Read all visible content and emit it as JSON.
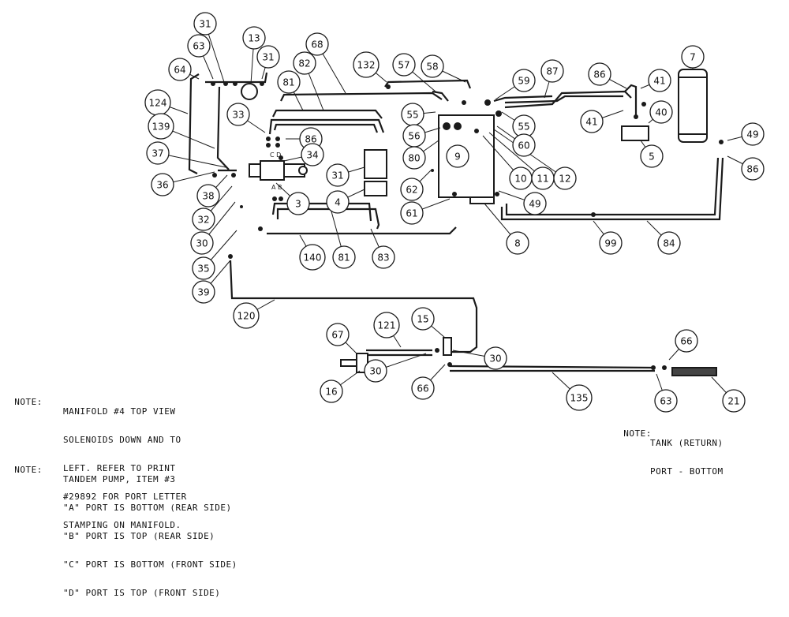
{
  "callouts": [
    {
      "id": "c31a",
      "label": "31"
    },
    {
      "id": "c13",
      "label": "13"
    },
    {
      "id": "c63a",
      "label": "63"
    },
    {
      "id": "c31b",
      "label": "31"
    },
    {
      "id": "c64",
      "label": "64"
    },
    {
      "id": "c68",
      "label": "68"
    },
    {
      "id": "c82",
      "label": "82"
    },
    {
      "id": "c132",
      "label": "132"
    },
    {
      "id": "c57",
      "label": "57"
    },
    {
      "id": "c58",
      "label": "58"
    },
    {
      "id": "c59",
      "label": "59"
    },
    {
      "id": "c87",
      "label": "87"
    },
    {
      "id": "c86a",
      "label": "86"
    },
    {
      "id": "c41a",
      "label": "41"
    },
    {
      "id": "c7",
      "label": "7"
    },
    {
      "id": "c124",
      "label": "124"
    },
    {
      "id": "c81a",
      "label": "81"
    },
    {
      "id": "c55a",
      "label": "55"
    },
    {
      "id": "c55b",
      "label": "55"
    },
    {
      "id": "c40",
      "label": "40"
    },
    {
      "id": "c41b",
      "label": "41"
    },
    {
      "id": "c33",
      "label": "33"
    },
    {
      "id": "c86b",
      "label": "86"
    },
    {
      "id": "c139",
      "label": "139"
    },
    {
      "id": "c56",
      "label": "56"
    },
    {
      "id": "c60",
      "label": "60"
    },
    {
      "id": "c34",
      "label": "34"
    },
    {
      "id": "c80",
      "label": "80"
    },
    {
      "id": "c9",
      "label": "9"
    },
    {
      "id": "c5",
      "label": "5"
    },
    {
      "id": "c49a",
      "label": "49"
    },
    {
      "id": "c37",
      "label": "37"
    },
    {
      "id": "c86c",
      "label": "86"
    },
    {
      "id": "c31c",
      "label": "31"
    },
    {
      "id": "c10",
      "label": "10"
    },
    {
      "id": "c11",
      "label": "11"
    },
    {
      "id": "c12",
      "label": "12"
    },
    {
      "id": "c36",
      "label": "36"
    },
    {
      "id": "c62",
      "label": "62"
    },
    {
      "id": "c38",
      "label": "38"
    },
    {
      "id": "c3",
      "label": "3"
    },
    {
      "id": "c4",
      "label": "4"
    },
    {
      "id": "c49b",
      "label": "49"
    },
    {
      "id": "c32",
      "label": "32"
    },
    {
      "id": "c61",
      "label": "61"
    },
    {
      "id": "c30a",
      "label": "30"
    },
    {
      "id": "c140",
      "label": "140"
    },
    {
      "id": "c81b",
      "label": "81"
    },
    {
      "id": "c83",
      "label": "83"
    },
    {
      "id": "c8",
      "label": "8"
    },
    {
      "id": "c99",
      "label": "99"
    },
    {
      "id": "c84",
      "label": "84"
    },
    {
      "id": "c35",
      "label": "35"
    },
    {
      "id": "c39",
      "label": "39"
    },
    {
      "id": "c120",
      "label": "120"
    },
    {
      "id": "c15",
      "label": "15"
    },
    {
      "id": "c67",
      "label": "67"
    },
    {
      "id": "c121",
      "label": "121"
    },
    {
      "id": "c30b",
      "label": "30"
    },
    {
      "id": "c30c",
      "label": "30"
    },
    {
      "id": "c66a",
      "label": "66"
    },
    {
      "id": "c16",
      "label": "16"
    },
    {
      "id": "c66b",
      "label": "66"
    },
    {
      "id": "c135",
      "label": "135"
    },
    {
      "id": "c63b",
      "label": "63"
    },
    {
      "id": "c21",
      "label": "21"
    }
  ],
  "manifold_port_labels": {
    "cd": "C D",
    "ab": "A B"
  },
  "notes": {
    "note1": {
      "prefix": "NOTE:",
      "lines": [
        "MANIFOLD #4 TOP VIEW",
        "SOLENOIDS DOWN AND TO",
        "LEFT. REFER TO PRINT",
        "#29892 FOR PORT LETTER",
        "STAMPING ON MANIFOLD."
      ]
    },
    "note2": {
      "prefix": "NOTE:",
      "lines": [
        "TANDEM PUMP, ITEM #3",
        "\"A\" PORT IS BOTTOM (REAR SIDE)",
        "\"B\" PORT IS TOP (REAR SIDE)",
        "\"C\" PORT IS BOTTOM (FRONT SIDE)",
        "\"D\" PORT IS TOP (FRONT SIDE)"
      ]
    },
    "note3": {
      "prefix": "NOTE:",
      "lines": [
        "TANK (RETURN)",
        "PORT - BOTTOM"
      ]
    }
  }
}
